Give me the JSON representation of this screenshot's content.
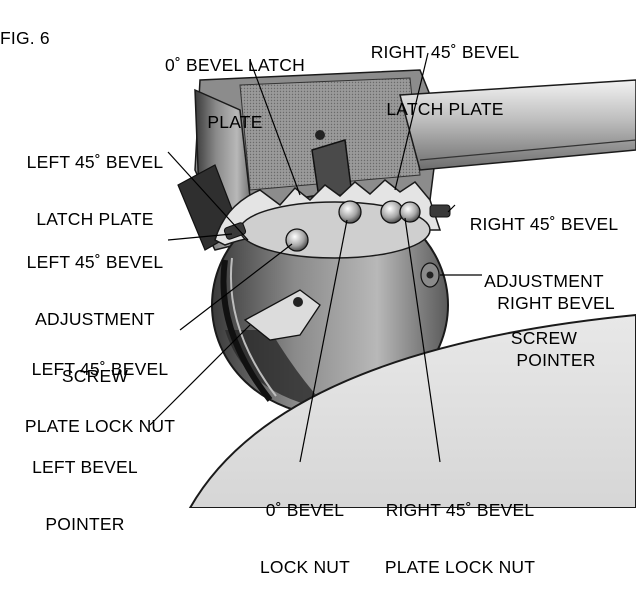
{
  "figure": {
    "caption": "FIG. 6",
    "labels": {
      "zero_bevel_latch_plate": [
        "0˚ BEVEL LATCH",
        "PLATE"
      ],
      "right_45_bevel_latch_plate": [
        "RIGHT 45˚ BEVEL",
        "LATCH PLATE"
      ],
      "left_45_bevel_latch_plate": [
        "LEFT 45˚ BEVEL",
        "LATCH PLATE"
      ],
      "right_45_bevel_adjustment_screw": [
        "RIGHT 45˚ BEVEL",
        "ADJUSTMENT",
        "SCREW"
      ],
      "left_45_bevel_adjustment_screw": [
        "LEFT 45˚ BEVEL",
        "ADJUSTMENT",
        "SCREW"
      ],
      "right_bevel_pointer": [
        "RIGHT BEVEL",
        "POINTER"
      ],
      "left_45_bevel_plate_lock_nut": [
        "LEFT 45˚ BEVEL",
        "PLATE LOCK NUT"
      ],
      "left_bevel_pointer": [
        "LEFT BEVEL",
        "POINTER"
      ],
      "zero_bevel_lock_nut": [
        "0˚ BEVEL",
        "LOCK NUT"
      ],
      "right_45_bevel_plate_lock_nut": [
        "RIGHT 45˚ BEVEL",
        "PLATE LOCK NUT"
      ]
    }
  }
}
